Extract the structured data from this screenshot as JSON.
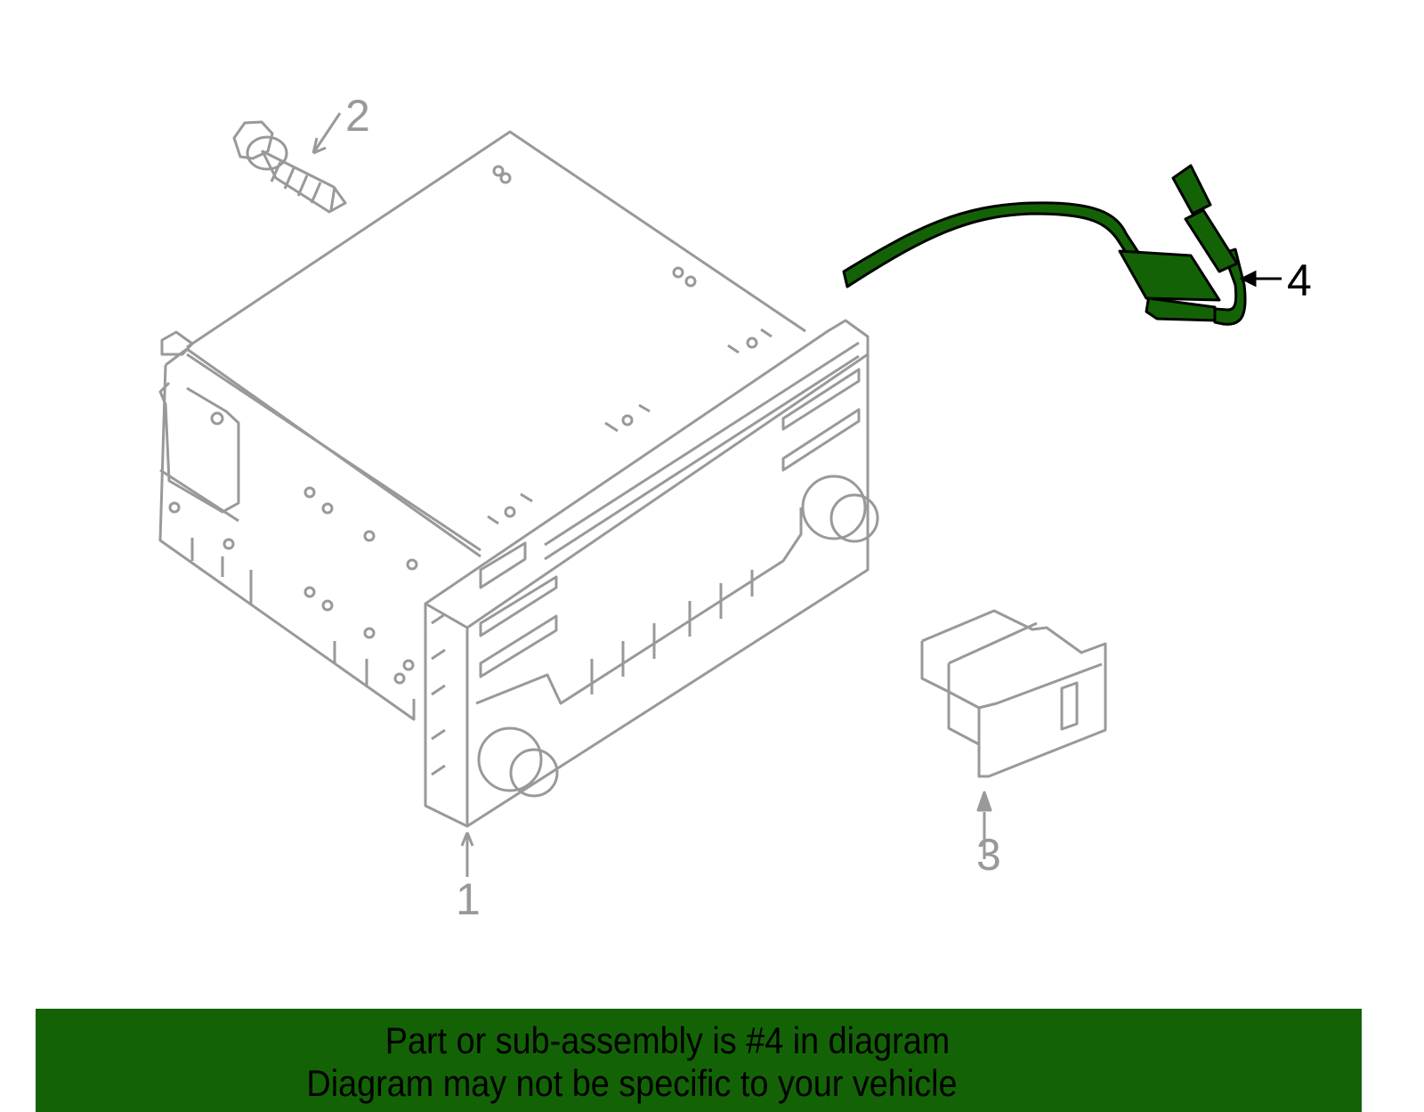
{
  "diagram": {
    "title": "Radio / audio unit exploded parts diagram",
    "line_color": "#999999",
    "highlight_color": "#136306",
    "callouts": [
      {
        "number": "1",
        "part": "radio-head-unit",
        "highlighted": false
      },
      {
        "number": "2",
        "part": "mounting-bolt",
        "highlighted": false
      },
      {
        "number": "3",
        "part": "connector-socket",
        "highlighted": false
      },
      {
        "number": "4",
        "part": "wire-harness-cable",
        "highlighted": true
      }
    ]
  },
  "banner": {
    "line1": "Part or sub-assembly is #4 in diagram",
    "line2": "Diagram may not be specific to your vehicle",
    "background": "#136306"
  }
}
